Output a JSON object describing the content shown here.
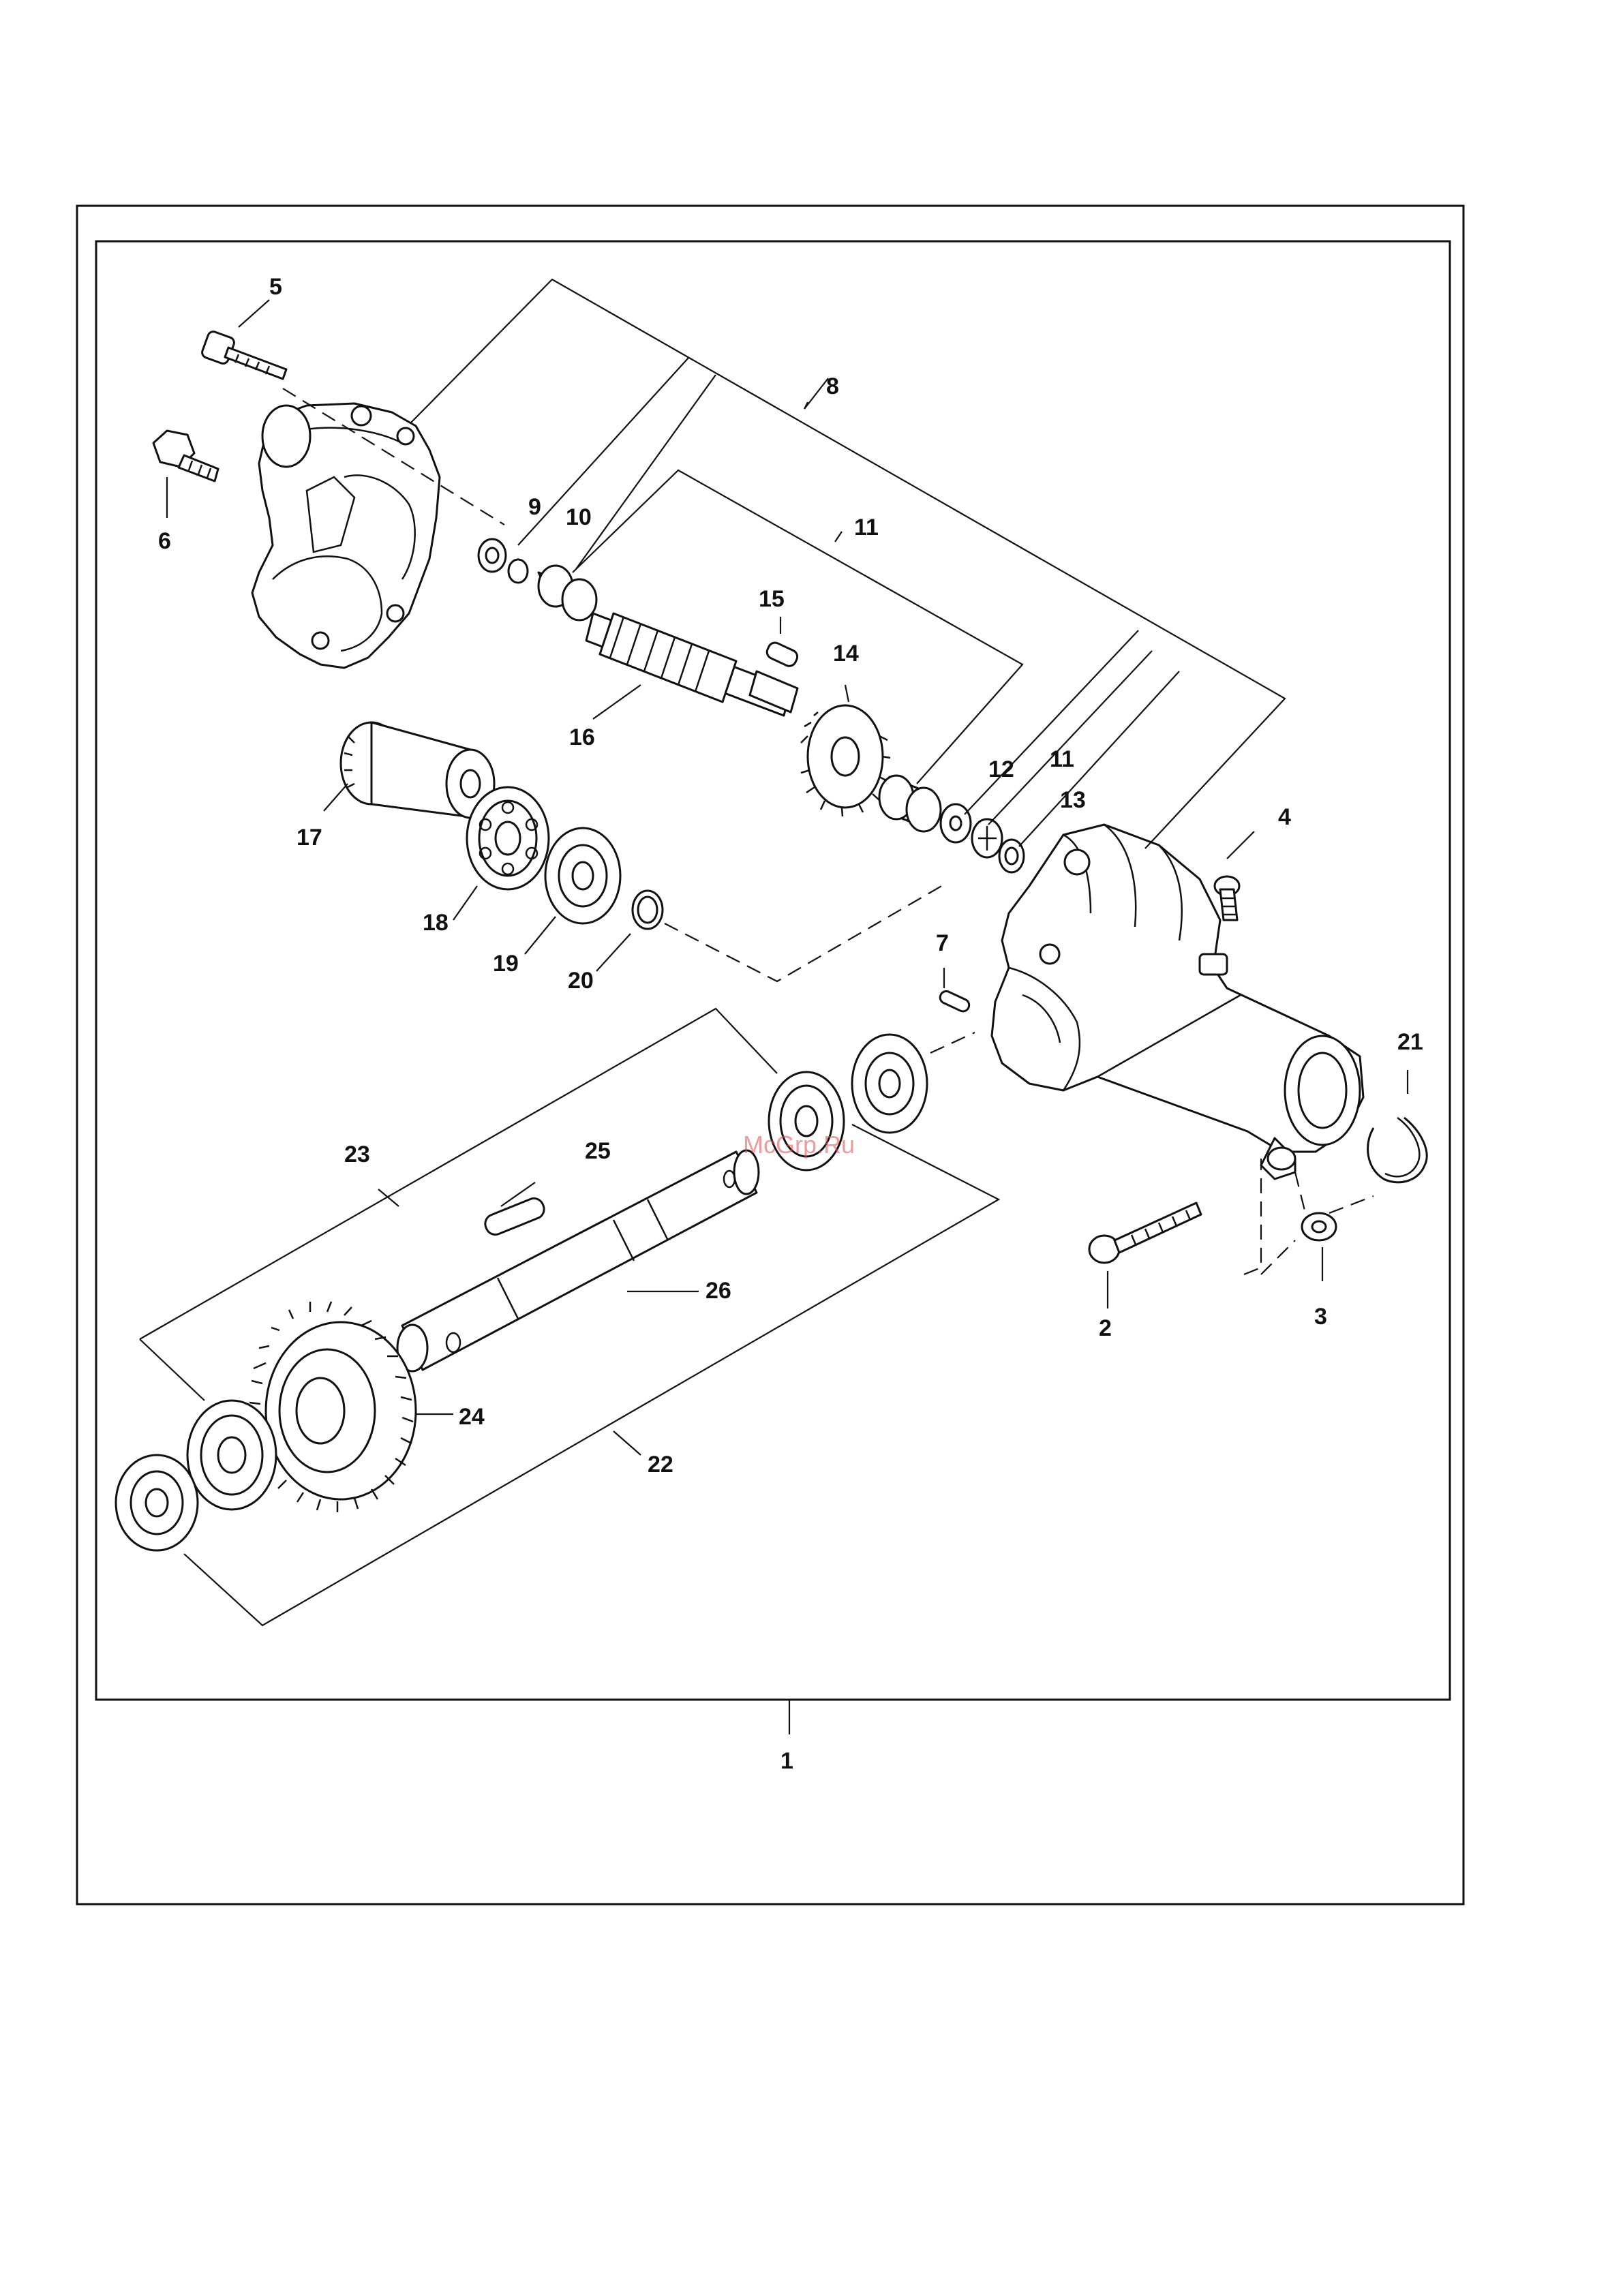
{
  "watermark": "McGrp.Ru",
  "callouts": [
    {
      "id": "1",
      "label": "1"
    },
    {
      "id": "2",
      "label": "2"
    },
    {
      "id": "3",
      "label": "3"
    },
    {
      "id": "4",
      "label": "4"
    },
    {
      "id": "5",
      "label": "5"
    },
    {
      "id": "6",
      "label": "6"
    },
    {
      "id": "7",
      "label": "7"
    },
    {
      "id": "8",
      "label": "8"
    },
    {
      "id": "9",
      "label": "9"
    },
    {
      "id": "10",
      "label": "10"
    },
    {
      "id": "11a",
      "label": "11"
    },
    {
      "id": "11b",
      "label": "11"
    },
    {
      "id": "12",
      "label": "12"
    },
    {
      "id": "13",
      "label": "13"
    },
    {
      "id": "14",
      "label": "14"
    },
    {
      "id": "15",
      "label": "15"
    },
    {
      "id": "16",
      "label": "16"
    },
    {
      "id": "17",
      "label": "17"
    },
    {
      "id": "18",
      "label": "18"
    },
    {
      "id": "19",
      "label": "19"
    },
    {
      "id": "20",
      "label": "20"
    },
    {
      "id": "21",
      "label": "21"
    },
    {
      "id": "22",
      "label": "22"
    },
    {
      "id": "23",
      "label": "23"
    },
    {
      "id": "24",
      "label": "24"
    },
    {
      "id": "25",
      "label": "25"
    },
    {
      "id": "26",
      "label": "26"
    }
  ]
}
